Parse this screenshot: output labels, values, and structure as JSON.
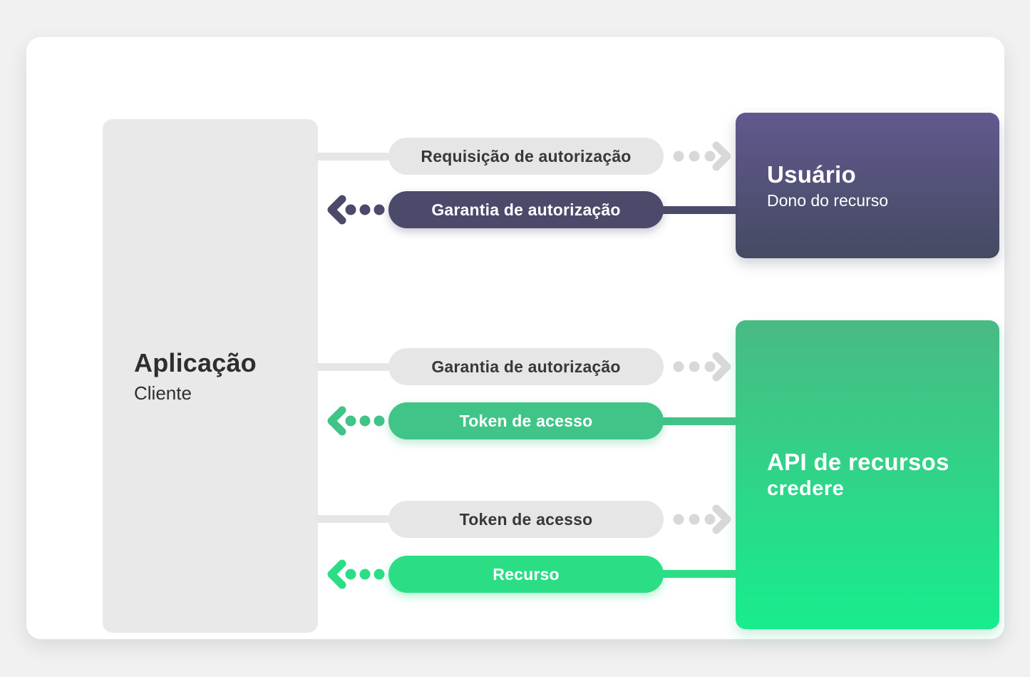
{
  "client_box": {
    "title": "Aplicação",
    "subtitle": "Cliente"
  },
  "user_box": {
    "title": "Usuário",
    "subtitle": "Dono do recurso"
  },
  "api_box": {
    "title": "API de recursos",
    "brand": "credere"
  },
  "flows": [
    {
      "label": "Requisição de autorização",
      "variant": "gray",
      "direction": "right"
    },
    {
      "label": "Garantia de autorização",
      "variant": "purple",
      "direction": "left"
    },
    {
      "label": "Garantia de autorização",
      "variant": "gray",
      "direction": "right"
    },
    {
      "label": "Token de acesso",
      "variant": "green",
      "direction": "left"
    },
    {
      "label": "Token de acesso",
      "variant": "gray",
      "direction": "right"
    },
    {
      "label": "Recurso",
      "variant": "bright-green",
      "direction": "left"
    }
  ],
  "colors": {
    "page_background": "#F1F1F2",
    "card_background": "#FFFFFF",
    "client_box": "#E9E9EA",
    "gray_pill": "#E6E6E7",
    "purple_pill": "#4B4A6B",
    "green_pill": "#41C487",
    "bright_green_pill": "#2BDE85",
    "user_box_gradient_top": "#61598F",
    "user_box_gradient_bottom": "#454A61",
    "api_box_gradient_top": "#49BA84",
    "api_box_gradient_bottom": "#17ED8D",
    "gray_arrow": "#D8D8D8",
    "dark_text": "#2E2E2E",
    "white_text": "#FFFFFF"
  }
}
